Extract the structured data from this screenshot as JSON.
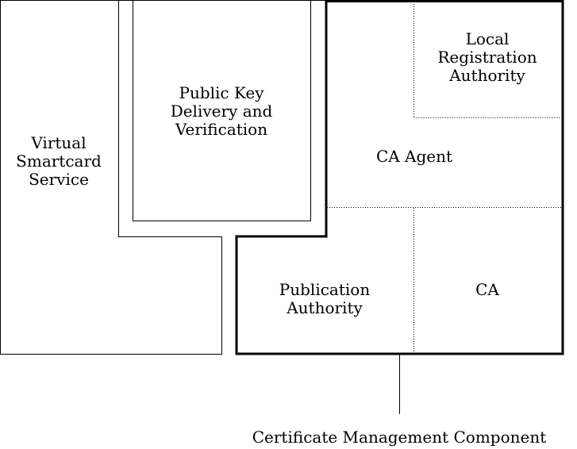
{
  "diagram": {
    "virtual_smartcard": {
      "line1": "Virtual",
      "line2": "Smartcard",
      "line3": "Service"
    },
    "public_key_delivery": {
      "line1": "Public Key",
      "line2": "Delivery and",
      "line3": "Verification"
    },
    "local_registration": {
      "line1": "Local",
      "line2": "Registration",
      "line3": "Authority"
    },
    "ca_agent": {
      "label": "CA Agent"
    },
    "publication_authority": {
      "line1": "Publication",
      "line2": "Authority"
    },
    "ca": {
      "label": "CA"
    },
    "caption": "Certificate Management Component"
  }
}
